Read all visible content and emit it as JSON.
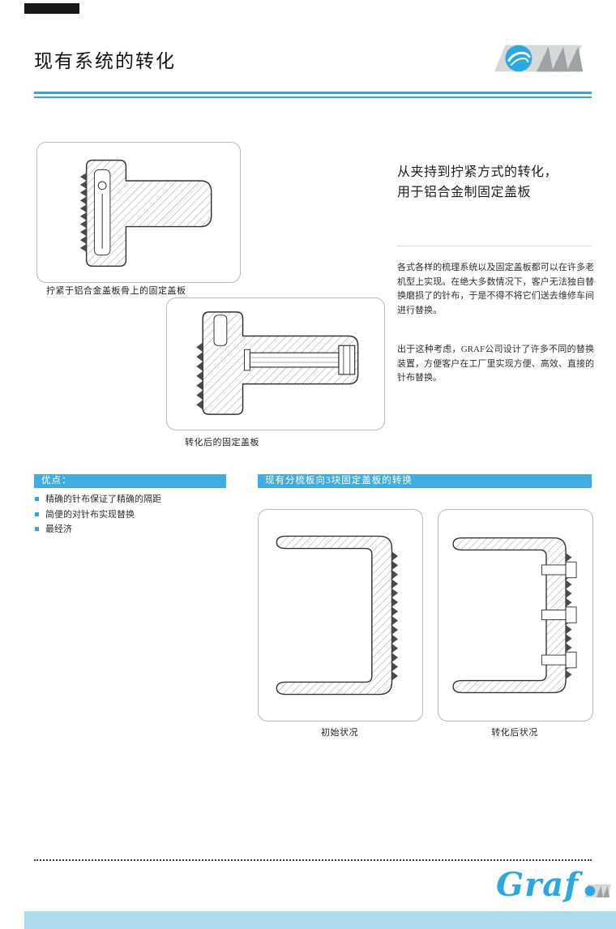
{
  "header": {
    "title": "现有系统的转化"
  },
  "intro": {
    "heading_line1": "从夹持到拧紧方式的转化，",
    "heading_line2": "用于铝合金制固定盖板",
    "para1": "各式各样的梳理系统以及固定盖板都可以在许多老机型上实现。在绝大多数情况下，客户无法独自替换磨损了的针布，于是不得不将它们送去维修车间进行替换。",
    "para2": "出于这种考虑，GRAF公司设计了许多不同的替换装置，方便客户在工厂里实现方便、高效、直接的针布替换。"
  },
  "figures": {
    "fig1_caption": "拧紧于铝合金盖板骨上的固定盖板",
    "fig2_caption": "转化后的固定盖板",
    "fig3_caption": "初始状况",
    "fig4_caption": "转化后状况"
  },
  "advantages": {
    "header": "优点：",
    "items": [
      "精确的针布保证了精确的隔距",
      "简便的对针布实现替换",
      "最经济"
    ]
  },
  "panel": {
    "header": "现有分梳板向3块固定盖板的转换"
  },
  "footer": {
    "brand": "Graf"
  },
  "colors": {
    "accent": "#2AA9E0",
    "bar_blue": "#3FADE2",
    "bottom_bar": "#AEDAF0"
  }
}
